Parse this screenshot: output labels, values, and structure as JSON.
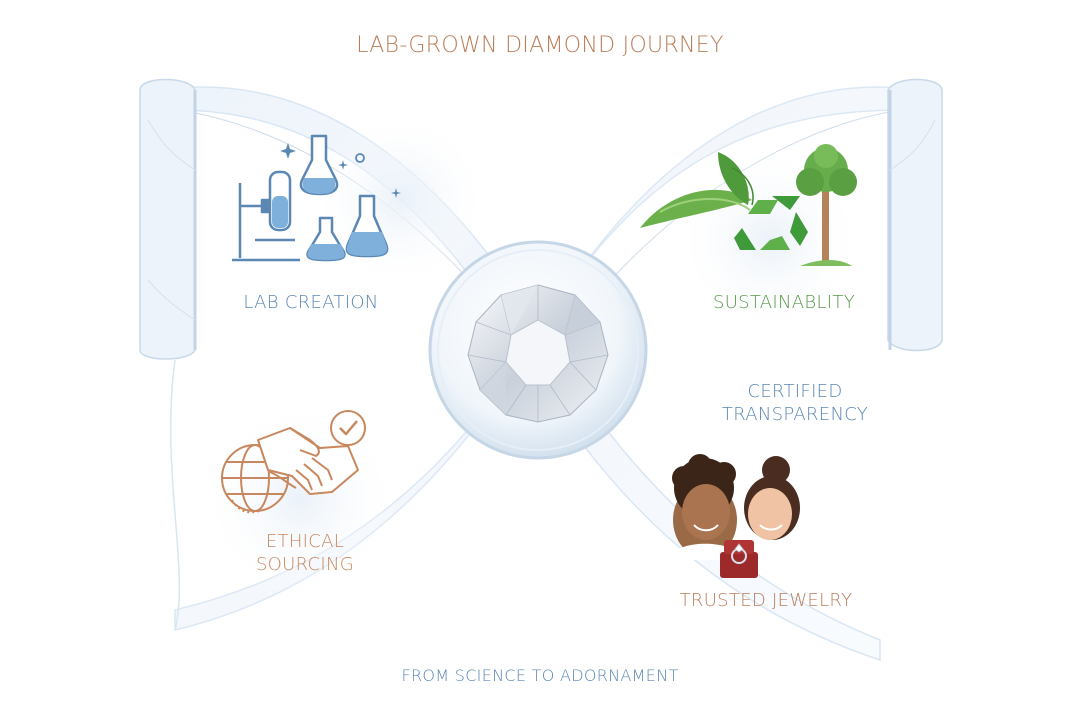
{
  "title": "LAB-GROWN DIAMOND JOURNEY",
  "footer": "FROM SCIENCE TO ADORNAMENT",
  "stages": {
    "lab_creation": {
      "label": "LAB CREATION",
      "icon": "lab-flasks-icon"
    },
    "sustainability": {
      "label": "SUSTAINABLITY",
      "icon": "leaf-recycle-tree-icon"
    },
    "certified": {
      "line1": "CERTIFIED",
      "line2": "TRANSPARENCY"
    },
    "ethical": {
      "line1": "ETHICAL",
      "line2": "SOURCING",
      "icon": "globe-handshake-icon"
    },
    "trusted": {
      "label": "TRUSTED JEWELRY",
      "icon": "couple-ring-icon"
    }
  },
  "center": {
    "icon": "diamond-icon"
  },
  "colors": {
    "title": "#b97d5a",
    "lab": "#5b87b3",
    "sustain": "#59984a",
    "certified": "#5b87b3",
    "ethical": "#c8875d",
    "trusted": "#b97d5a",
    "footer": "#5b87b3",
    "ribbon": "#d9e6f3"
  }
}
